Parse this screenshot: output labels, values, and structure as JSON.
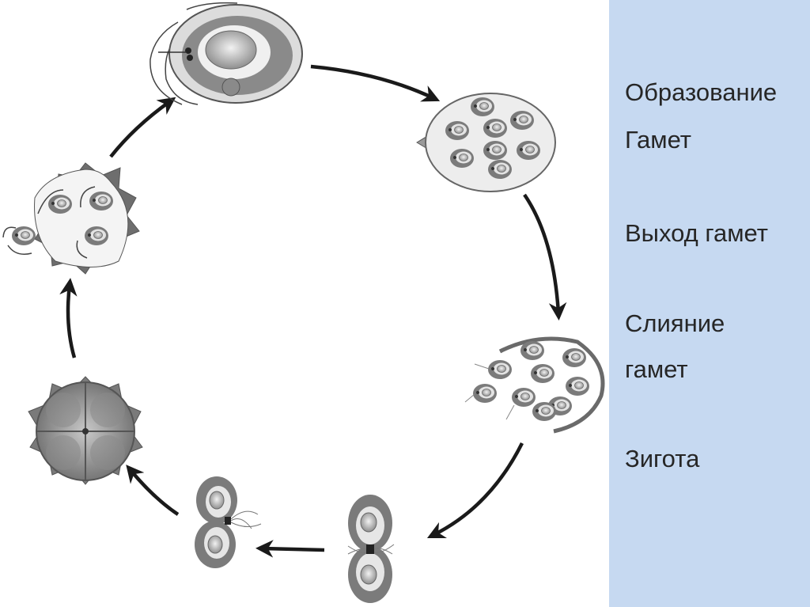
{
  "side_panel": {
    "background": "#c6d9f1",
    "lines": [
      "Образование",
      "Гамет",
      "Выход гамет",
      "Слияние",
      "гамет",
      "Зигота"
    ]
  },
  "diagram": {
    "description_free": true,
    "colors": {
      "arrow": "#1a1a1a",
      "cell_dark": "#7b7b7b",
      "cell_light": "#e3e3e3",
      "nucleus": "#bdbdbd"
    },
    "icons": [
      "mature-cell",
      "gametangium",
      "gamete-release",
      "gamete-pair",
      "fusing-gametes",
      "zygote",
      "germinating-zygote"
    ]
  }
}
